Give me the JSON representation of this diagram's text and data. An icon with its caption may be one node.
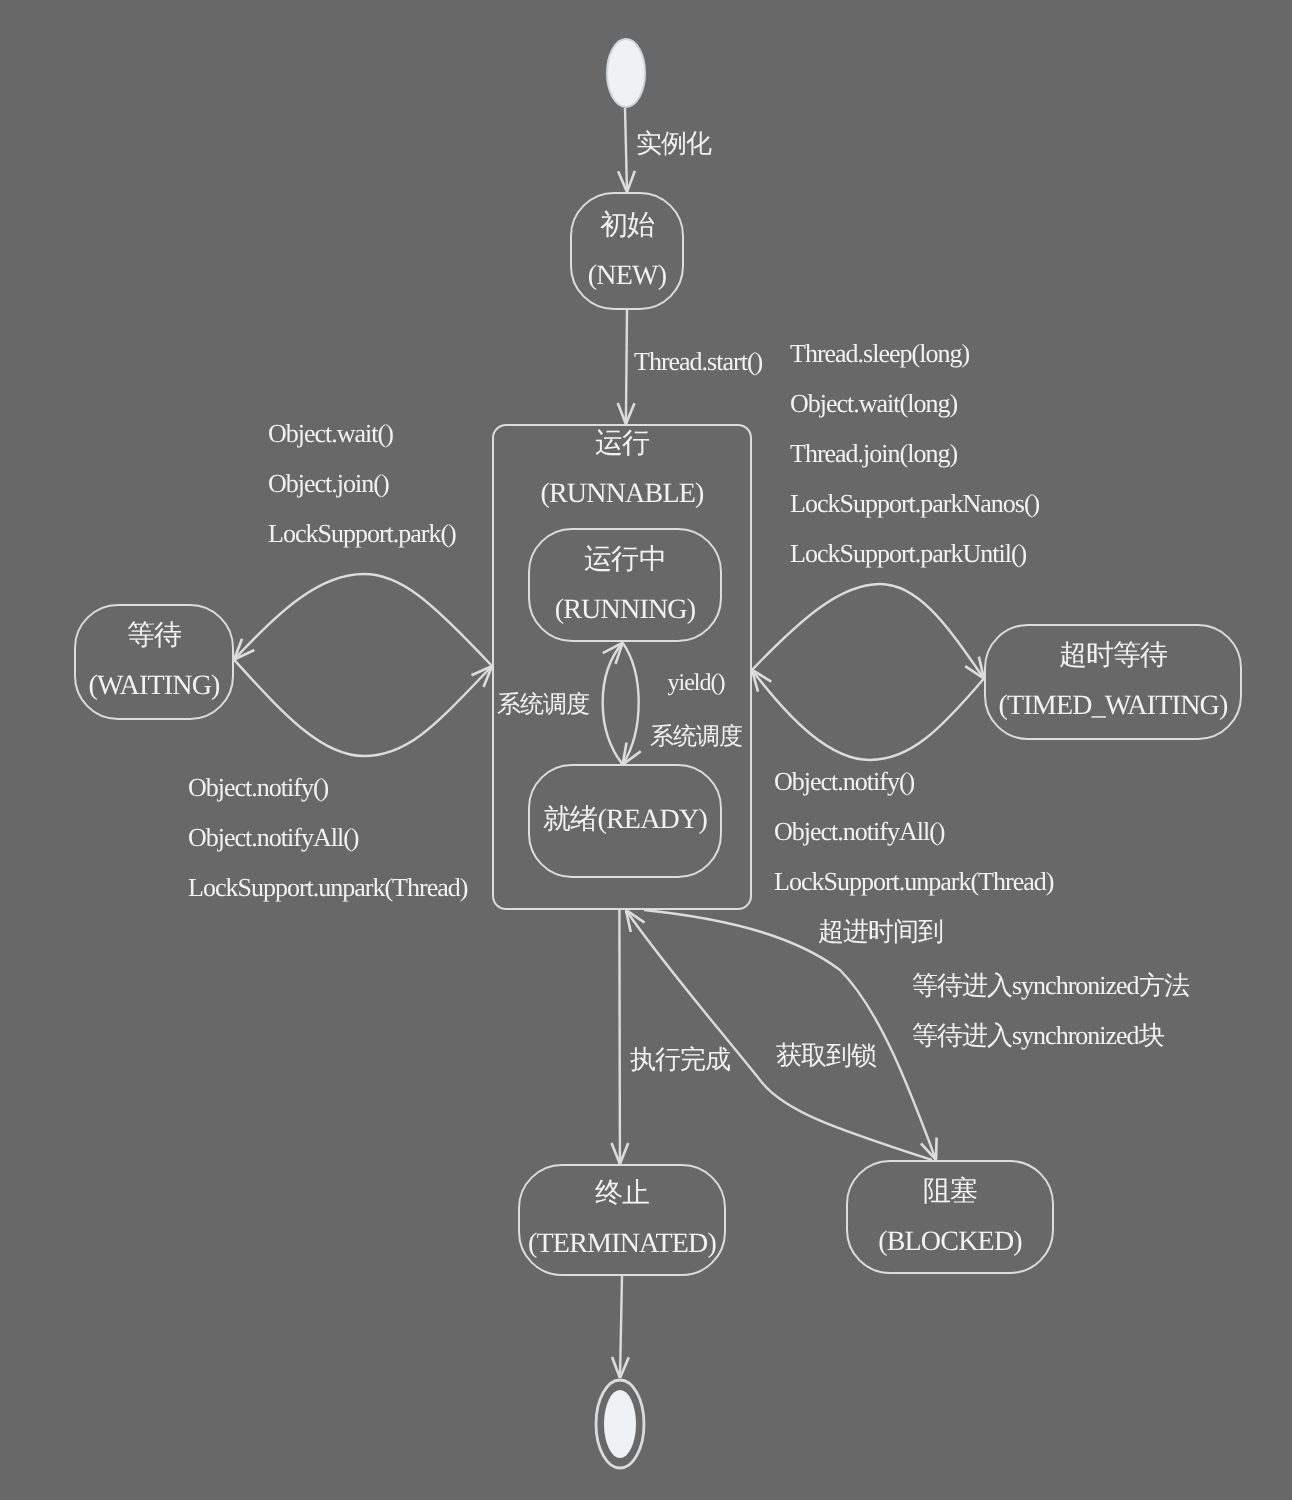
{
  "diagram": {
    "nodes": [
      {
        "text": [],
        "shape": "circle"
      },
      {
        "text": [
          "初始",
          "(NEW)"
        ]
      },
      {
        "text": [
          "运行",
          "(RUNNABLE)"
        ]
      },
      {
        "text": [
          "运行中",
          "(RUNNING)"
        ],
        "in": 2
      },
      {
        "text": [
          "就绪(READY)"
        ],
        "in": 2
      },
      {
        "text": [
          "等待",
          "(WAITING)"
        ]
      },
      {
        "text": [
          "超时等待",
          "(TIMED_WAITING)"
        ]
      },
      {
        "text": [
          "终止",
          "(TERMINATED)"
        ]
      },
      {
        "text": [
          "阻塞",
          "(BLOCKED)"
        ]
      },
      {
        "text": [],
        "shape": "circle"
      }
    ],
    "edges": [
      {
        "from": 0,
        "to": 1,
        "arrow": "to",
        "label": "实例化"
      },
      {
        "from": 1,
        "to": 2,
        "arrow": "to",
        "label": "Thread.start()"
      },
      {
        "from": 2,
        "to": 5,
        "arrow": "to",
        "label": "Object.wait() Object.join() LockSupport.park()"
      },
      {
        "from": 5,
        "to": 2,
        "arrow": "to",
        "label": "Object.notify() Object.notifyAll() LockSupport.unpark(Thread)"
      },
      {
        "from": 3,
        "to": 4,
        "arrow": "to",
        "label": "yield() 系统调度"
      },
      {
        "from": 4,
        "to": 3,
        "arrow": "to",
        "label": "系统调度"
      },
      {
        "from": 2,
        "to": 6,
        "arrow": "to",
        "label": "Thread.sleep(long) Object.wait(long) Thread.join(long) LockSupport.parkNanos() LockSupport.parkUntil()"
      },
      {
        "from": 6,
        "to": 2,
        "arrow": "to",
        "label": "Object.notify() Object.notifyAll() LockSupport.unpark(Thread) 超进时间到"
      },
      {
        "from": 2,
        "to": 7,
        "arrow": "to",
        "label": "执行完成"
      },
      {
        "from": 2,
        "to": 8,
        "arrow": "to",
        "label": "等待进入synchronized方法等待进入synchronized块"
      },
      {
        "from": 8,
        "to": 2,
        "arrow": "to",
        "label": "获取到锁"
      },
      {
        "from": 7,
        "to": 9,
        "arrow": "to"
      }
    ]
  }
}
